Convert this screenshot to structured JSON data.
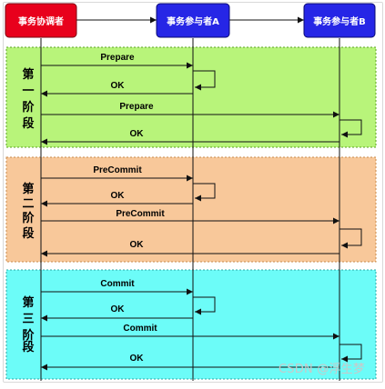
{
  "participants": [
    {
      "id": "coordinator",
      "label": "事务协调者",
      "fill": "#e8001c"
    },
    {
      "id": "a",
      "label": "事务参与者A",
      "fill": "#2626e6"
    },
    {
      "id": "b",
      "label": "事务参与者B",
      "fill": "#2626e6"
    }
  ],
  "phases": [
    {
      "id": "phase1",
      "label": [
        "第",
        "一",
        "阶",
        "段"
      ],
      "fill": "#b8f47a"
    },
    {
      "id": "phase2",
      "label": [
        "第",
        "二",
        "阶",
        "段"
      ],
      "fill": "#f8c89a"
    },
    {
      "id": "phase3",
      "label": [
        "第",
        "三",
        "阶",
        "段"
      ],
      "fill": "#6cfcf8"
    }
  ],
  "messages": [
    {
      "id": "m1",
      "label": "Prepare",
      "from": "coordinator",
      "to": "a"
    },
    {
      "id": "m2",
      "label": "OK",
      "from": "a",
      "to": "coordinator"
    },
    {
      "id": "m3",
      "label": "Prepare",
      "from": "coordinator",
      "to": "b"
    },
    {
      "id": "m4",
      "label": "OK",
      "from": "b",
      "to": "coordinator"
    },
    {
      "id": "m5",
      "label": "PreCommit",
      "from": "coordinator",
      "to": "a"
    },
    {
      "id": "m6",
      "label": "OK",
      "from": "a",
      "to": "coordinator"
    },
    {
      "id": "m7",
      "label": "PreCommit",
      "from": "coordinator",
      "to": "b"
    },
    {
      "id": "m8",
      "label": "OK",
      "from": "b",
      "to": "coordinator"
    },
    {
      "id": "m9",
      "label": "Commit",
      "from": "coordinator",
      "to": "a"
    },
    {
      "id": "m10",
      "label": "OK",
      "from": "a",
      "to": "coordinator"
    },
    {
      "id": "m11",
      "label": "Commit",
      "from": "coordinator",
      "to": "b"
    },
    {
      "id": "m12",
      "label": "OK",
      "from": "b",
      "to": "coordinator"
    }
  ],
  "watermark": "CSDN @浮生梦"
}
